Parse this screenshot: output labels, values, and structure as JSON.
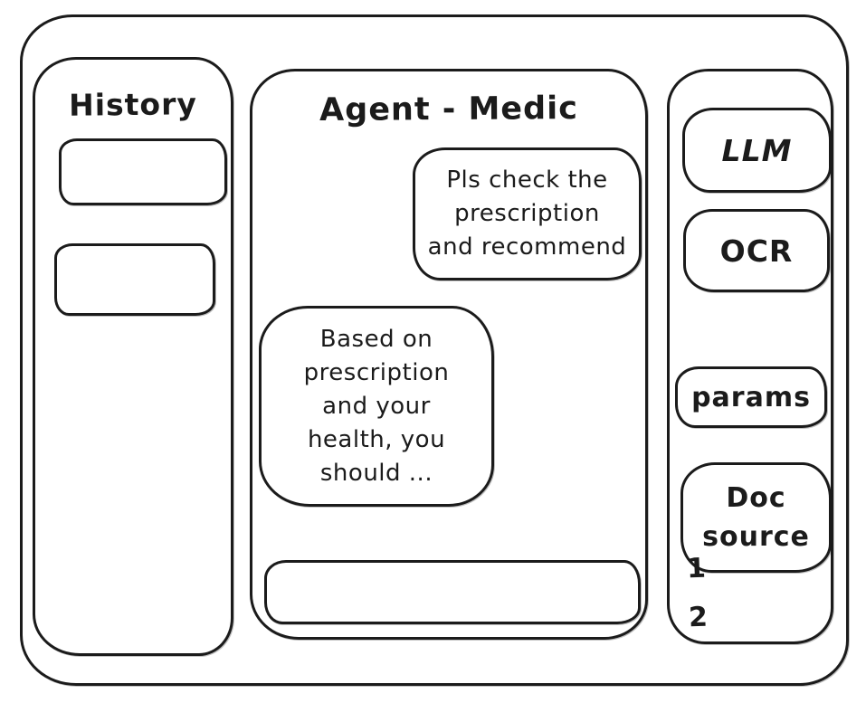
{
  "colors": {
    "ink": "#1b1b1b",
    "background": "#ffffff"
  },
  "history": {
    "title": "History",
    "items": [
      "",
      ""
    ]
  },
  "chat": {
    "title": "Agent - Medic",
    "messages": [
      {
        "role": "user",
        "text": "Pls check the prescription and recommend",
        "lines": [
          "Pls check the",
          "prescription",
          "and recommend"
        ]
      },
      {
        "role": "assistant",
        "text": "Based on prescription and your health, you should ...",
        "lines": [
          "Based on",
          "prescription",
          "and your",
          "health, you",
          "should ..."
        ]
      }
    ],
    "input": {
      "value": ""
    }
  },
  "tools": {
    "buttons": [
      {
        "id": "llm",
        "label": "LLM"
      },
      {
        "id": "ocr",
        "label": "OCR"
      },
      {
        "id": "params",
        "label": "params"
      },
      {
        "id": "doc-source",
        "label": "Doc source",
        "lines": [
          "Doc",
          "source"
        ]
      }
    ],
    "footnotes": [
      "1",
      "2"
    ]
  }
}
